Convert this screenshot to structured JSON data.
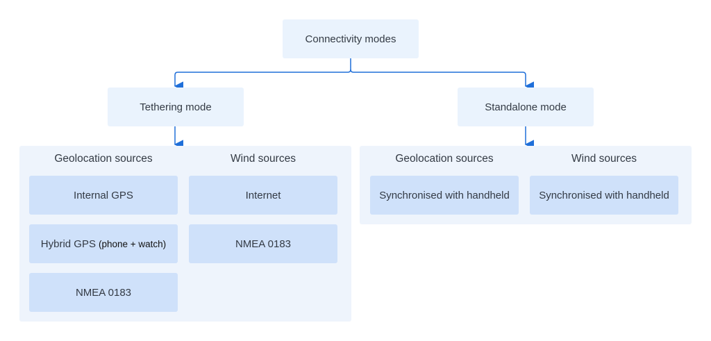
{
  "root": {
    "label": "Connectivity modes"
  },
  "modes": [
    {
      "label": "Tethering mode",
      "columns": [
        {
          "header": "Geolocation sources",
          "items": [
            {
              "label": "Internal GPS"
            },
            {
              "label": "Hybrid GPS",
              "detail": "(phone + watch)"
            },
            {
              "label": "NMEA 0183"
            }
          ]
        },
        {
          "header": "Wind sources",
          "items": [
            {
              "label": "Internet"
            },
            {
              "label": "NMEA 0183"
            }
          ]
        }
      ]
    },
    {
      "label": "Standalone mode",
      "columns": [
        {
          "header": "Geolocation sources",
          "items": [
            {
              "label": "Synchronised with handheld"
            }
          ]
        },
        {
          "header": "Wind sources",
          "items": [
            {
              "label": "Synchronised with handheld"
            }
          ]
        }
      ]
    }
  ],
  "colors": {
    "connector": "#1f6fd9"
  }
}
